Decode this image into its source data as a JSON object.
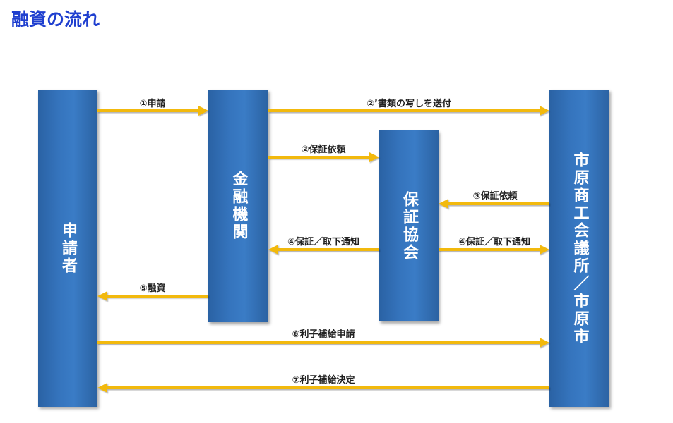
{
  "title": "融資の流れ",
  "pillars": {
    "applicant": "申請者",
    "bank": "金融機関",
    "guarantee": "保証協会",
    "city": "市原商工会議所／市原市"
  },
  "steps": {
    "s1": "①申請",
    "s2a": "②’書類の写しを送付",
    "s2b": "②保証依頼",
    "s3": "③保証依頼",
    "s4a": "④保証／取下通知",
    "s4b": "④保証／取下通知",
    "s5": "⑤融資",
    "s6": "⑥利子補給申請",
    "s7": "⑦利子補給決定"
  },
  "colors": {
    "pillar": "#3574bd",
    "arrow": "#f2b90f",
    "title": "#1f3fcf"
  }
}
